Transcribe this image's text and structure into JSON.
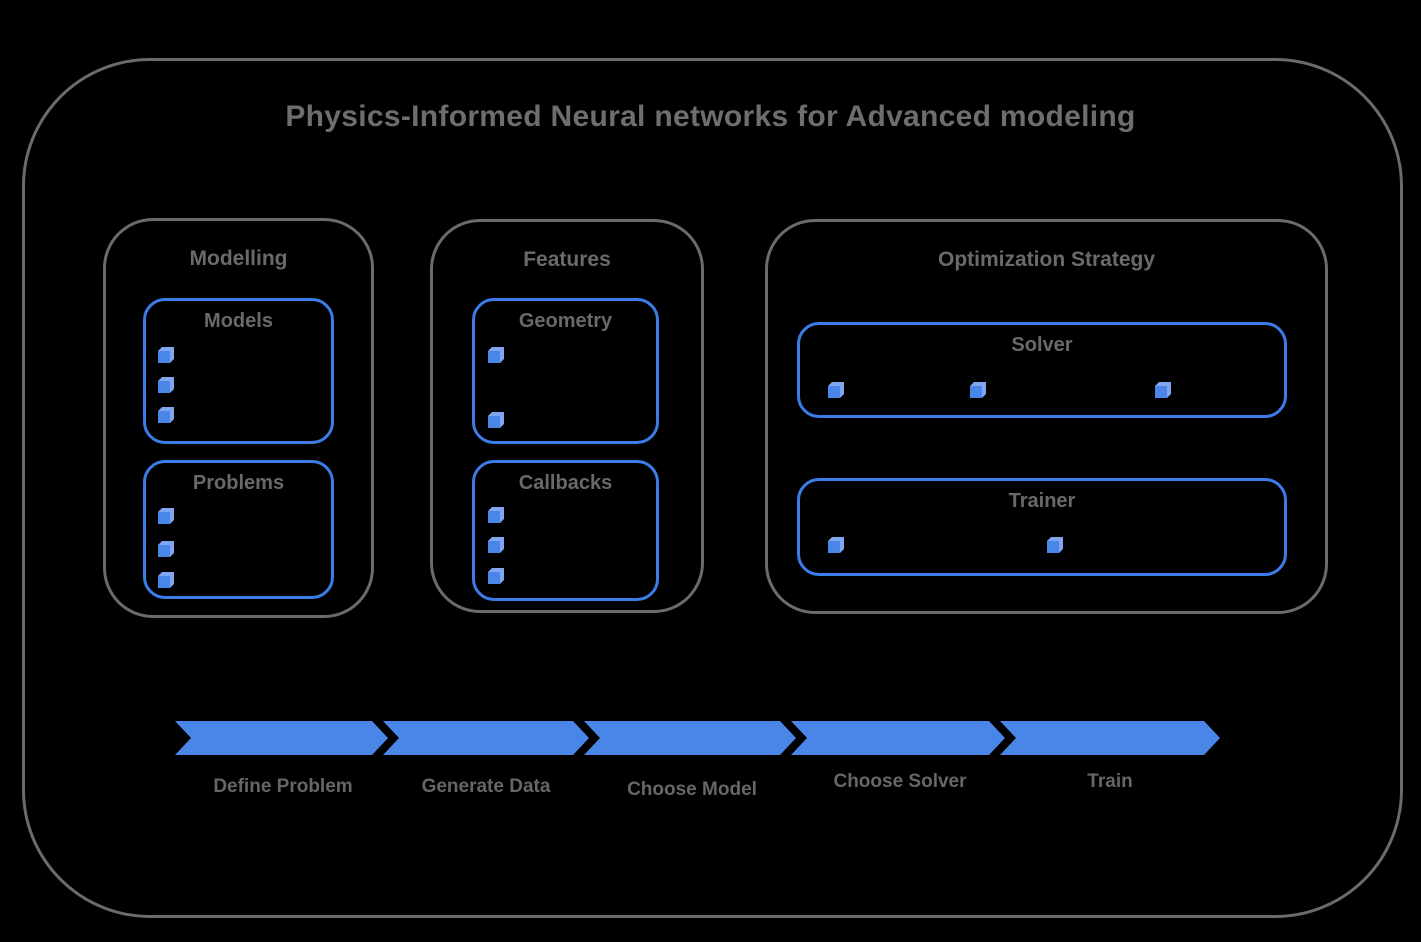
{
  "title": "Physics-Informed Neural networks for Advanced modeling",
  "groups": [
    {
      "id": "modelling",
      "label": "Modelling",
      "boxes": [
        {
          "id": "models",
          "label": "Models",
          "bullets": 3
        },
        {
          "id": "problems",
          "label": "Problems",
          "bullets": 3
        }
      ]
    },
    {
      "id": "features",
      "label": "Features",
      "boxes": [
        {
          "id": "geometry",
          "label": "Geometry",
          "bullets": 2
        },
        {
          "id": "callbacks",
          "label": "Callbacks",
          "bullets": 3
        }
      ]
    },
    {
      "id": "optimization",
      "label": "Optimization Strategy",
      "boxes": [
        {
          "id": "solver",
          "label": "Solver",
          "bullets": 3
        },
        {
          "id": "trainer",
          "label": "Trainer",
          "bullets": 2
        }
      ]
    }
  ],
  "flow": {
    "steps": [
      "Define Problem",
      "Generate Data",
      "Choose Model",
      "Choose Solver",
      "Train"
    ]
  },
  "icons": {
    "bullet": "cube-icon"
  },
  "colors": {
    "background": "#000000",
    "frame_gray": "#6b6b6b",
    "text_gray": "#696969",
    "border_blue": "#3c7ce8",
    "accent_blue": "#4a86e8",
    "cube_highlight": "#7fa6ef"
  }
}
